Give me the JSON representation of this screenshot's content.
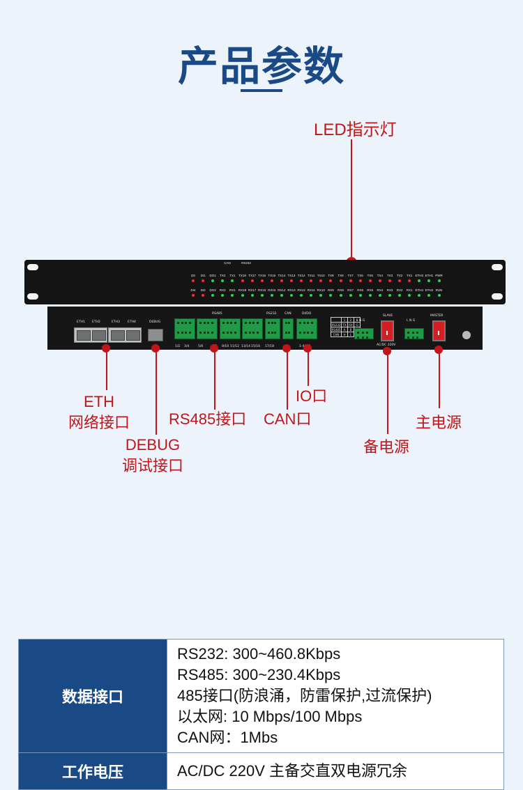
{
  "title": "产品参数",
  "callouts": {
    "led": "LED指示灯",
    "eth_line1": "ETH",
    "eth_line2": "网络接口",
    "debug_line1": "DEBUG",
    "debug_line2": "调试接口",
    "rs485": "RS485接口",
    "can": "CAN口",
    "io": "IO口",
    "backup_power": "备电源",
    "main_power": "主电源"
  },
  "colors": {
    "title_blue": "#1a4a86",
    "callout_red": "#c0161a",
    "led_red": "#ff2a2a",
    "led_green": "#27d64b",
    "terminal_green": "#1f9a47"
  },
  "front_panel": {
    "can_group": "CAN",
    "rs232_group": "RS232",
    "top_row": [
      "D0",
      "DI1",
      "DO1",
      "TX2",
      "TX1",
      "TX18",
      "TX17",
      "TX16",
      "TX15",
      "TX14",
      "TX13",
      "TX12",
      "TX11",
      "TX10",
      "TX9",
      "TX8",
      "TX7",
      "TX6",
      "TX5",
      "TX4",
      "TX3",
      "TX2",
      "TX1",
      "ETH3",
      "ETH1",
      "PWR"
    ],
    "bottom_row": [
      "DI4",
      "DI2",
      "DO2",
      "RX2",
      "RX1",
      "RX18",
      "RX17",
      "RX16",
      "RX15",
      "RX14",
      "RX13",
      "RX12",
      "RX11",
      "RX10",
      "RX9",
      "RX8",
      "RX7",
      "RX6",
      "RX5",
      "RX4",
      "RX3",
      "RX2",
      "RX1",
      "ETH4",
      "ETH2",
      "RUN"
    ],
    "top_colors": [
      "red",
      "red",
      "green",
      "green",
      "green",
      "red",
      "red",
      "red",
      "red",
      "red",
      "red",
      "red",
      "red",
      "red",
      "red",
      "red",
      "red",
      "red",
      "red",
      "red",
      "red",
      "red",
      "red",
      "green",
      "green",
      "green"
    ],
    "bottom_colors": [
      "red",
      "red",
      "green",
      "green",
      "green",
      "green",
      "green",
      "green",
      "green",
      "green",
      "green",
      "green",
      "green",
      "green",
      "green",
      "green",
      "green",
      "green",
      "green",
      "green",
      "green",
      "green",
      "green",
      "green",
      "green",
      "green"
    ]
  },
  "rear_panel": {
    "eth_labels": [
      "ETH1",
      "ETH2",
      "ETH3",
      "ETH4"
    ],
    "debug_label": "DEBUG",
    "rs485_label": "RS485",
    "rs485_ports": [
      "1/2",
      "3/4",
      "5/6",
      "7/8",
      "9/10",
      "11/12",
      "13/14",
      "15/16",
      "17/18"
    ],
    "rs232_label": "RS232",
    "can_label": "CAN",
    "dido_label": "DI/DO",
    "dido_ports": "1-4/1-2",
    "mini_table": [
      [
        "",
        "1",
        "2",
        "3"
      ],
      [
        "RS232",
        "TX",
        "RX",
        "G"
      ],
      [
        "RS485",
        "A",
        "B",
        ""
      ],
      [
        "CAN",
        "H",
        "L",
        ""
      ]
    ],
    "lng_label": "L N G",
    "slave_label": "SLAVE",
    "master_label": "MASTER",
    "acdc_label": "AC/DC 220V"
  },
  "spec_table": {
    "rows": [
      {
        "key": "数据接口",
        "values": [
          "RS232: 300~460.8Kbps",
          "RS485: 300~230.4Kbps",
          "485接口(防浪涌，防雷保护,过流保护)",
          "以太网: 10 Mbps/100 Mbps",
          "CAN网：1Mbs"
        ]
      },
      {
        "key": "工作电压",
        "values": [
          "AC/DC 220V  主备交直双电源冗余"
        ]
      }
    ]
  }
}
